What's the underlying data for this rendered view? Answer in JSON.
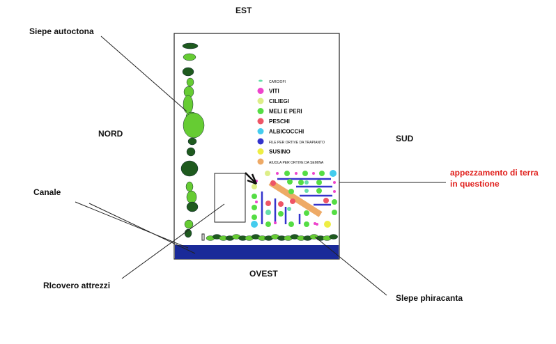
{
  "compass": {
    "north": "NORD",
    "south": "SUD",
    "east": "EST",
    "west": "OVEST"
  },
  "annotations": {
    "hedge_native": "Siepe autoctona",
    "canal": "Canale",
    "shed": "RIcovero attrezzi",
    "hedge_pyracantha": "Slepe phiracanta",
    "plot_line1": "appezzamento di terra",
    "plot_line2": "in questione"
  },
  "legend": [
    {
      "label": "CARCIOFI",
      "color": "#66ddaa",
      "small": true
    },
    {
      "label": "VITI",
      "color": "#ee44cc",
      "small": false
    },
    {
      "label": "CILIEGI",
      "color": "#ddee88",
      "small": false
    },
    {
      "label": "MELI E PERI",
      "color": "#55dd44",
      "small": false
    },
    {
      "label": "PESCHI",
      "color": "#ee5566",
      "small": false
    },
    {
      "label": "ALBICOCCHI",
      "color": "#44ccee",
      "small": false
    },
    {
      "label": "FILE PER ORTIVE DA TRAPIANTO",
      "color": "#3333cc",
      "small": true
    },
    {
      "label": "SUSINO",
      "color": "#eeee44",
      "small": false
    },
    {
      "label": "AIUOLA PER ORTIVE DA SEMINA",
      "color": "#eeaa66",
      "small": true
    }
  ],
  "colors": {
    "canal": "#1a2a99",
    "hedge_dark": "#1e5a1e",
    "hedge_light": "#66cc33",
    "label_red": "#e0201c"
  }
}
